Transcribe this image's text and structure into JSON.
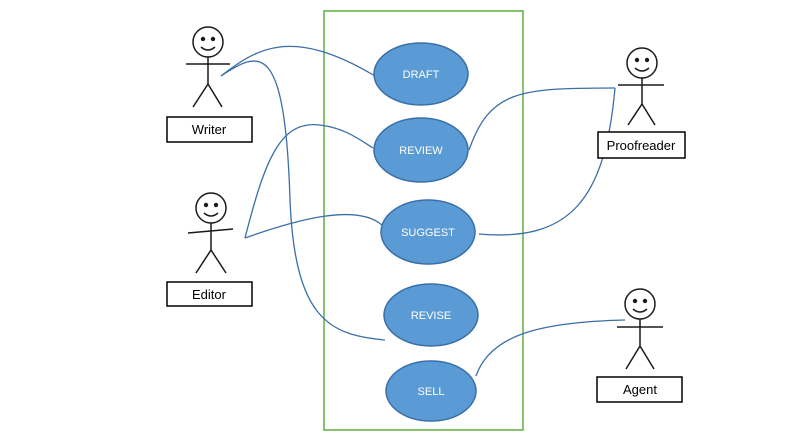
{
  "diagram": {
    "colors": {
      "boundary": "#5faf3c",
      "use_case_fill": "#5b9bd5",
      "use_case_stroke": "#3a6fa8",
      "association": "#3a6fa8",
      "actor_line": "#1a1a1a"
    },
    "use_cases": [
      "DRAFT",
      "REVIEW",
      "SUGGEST",
      "REVISE",
      "SELL"
    ],
    "actors": [
      "Writer",
      "Editor",
      "Proofreader",
      "Agent"
    ]
  }
}
